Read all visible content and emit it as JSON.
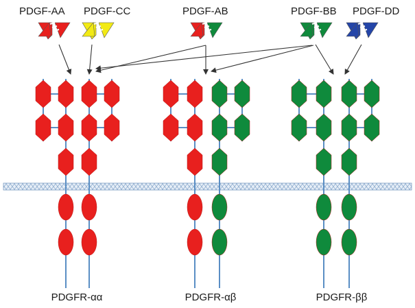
{
  "ligands": [
    {
      "id": "aa",
      "label": "PDGF-AA",
      "left_color": "#e8201e",
      "right_color": "#e8201e"
    },
    {
      "id": "cc",
      "label": "PDGF-CC",
      "left_color": "#f2ea15",
      "right_color": "#f2ea15"
    },
    {
      "id": "ab",
      "label": "PDGF-AB",
      "left_color": "#e8201e",
      "right_color": "#0f8a3c"
    },
    {
      "id": "bb",
      "label": "PDGF-BB",
      "left_color": "#0f8a3c",
      "right_color": "#0f8a3c"
    },
    {
      "id": "dd",
      "label": "PDGF-DD",
      "left_color": "#2445a8",
      "right_color": "#2445a8"
    }
  ],
  "receptors": [
    {
      "id": "aa",
      "label": "PDGFR-αα",
      "left_chain": "alpha",
      "right_chain": "alpha"
    },
    {
      "id": "ab",
      "label": "PDGFR-αβ",
      "left_chain": "alpha",
      "right_chain": "beta"
    },
    {
      "id": "bb",
      "label": "PDGFR-ββ",
      "left_chain": "beta",
      "right_chain": "beta"
    }
  ],
  "bindings": [
    {
      "ligand": "aa",
      "receptor": "aa"
    },
    {
      "ligand": "cc",
      "receptor": "aa"
    },
    {
      "ligand": "ab",
      "receptor": "aa"
    },
    {
      "ligand": "ab",
      "receptor": "ab"
    },
    {
      "ligand": "bb",
      "receptor": "aa"
    },
    {
      "ligand": "bb",
      "receptor": "ab"
    },
    {
      "ligand": "bb",
      "receptor": "bb"
    },
    {
      "ligand": "dd",
      "receptor": "bb"
    }
  ],
  "colors": {
    "alpha_chain": "#e8201e",
    "beta_chain": "#0f8a3c",
    "stem": "#5a8ec4",
    "membrane": "#9ab6d6",
    "arrow": "#333333"
  }
}
